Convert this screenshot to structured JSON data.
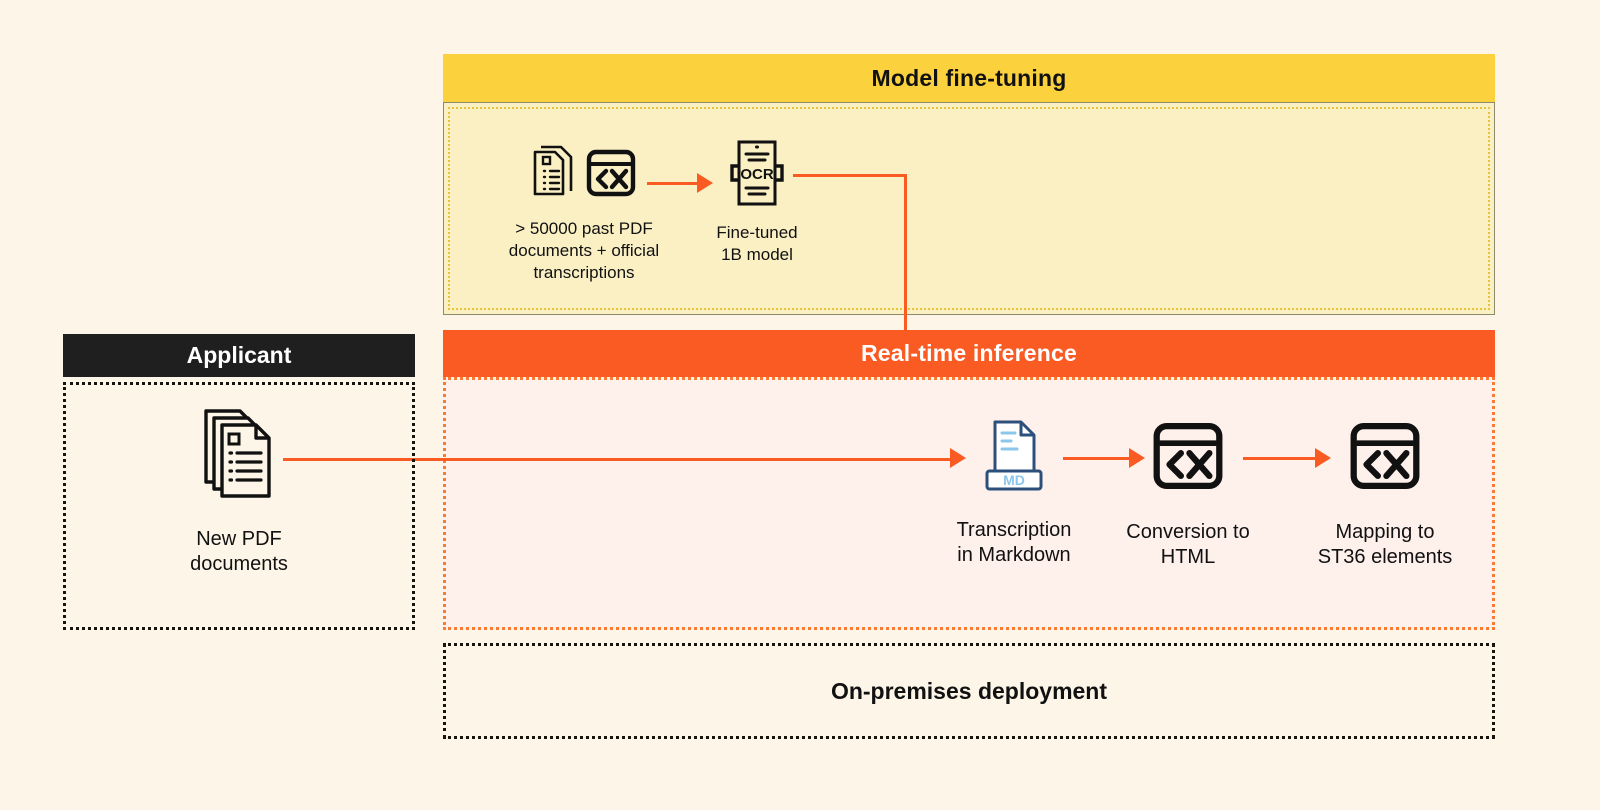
{
  "diagram": {
    "title_finetuning": "Model fine-tuning",
    "title_inference": "Real-time inference",
    "title_onpremises": "On-premises deployment",
    "title_applicant": "Applicant"
  },
  "finetuning": {
    "nodes": [
      {
        "id": "training-data",
        "icons": [
          "document-list-icon",
          "code-window-icon"
        ],
        "caption": "> 50000 past PDF\ndocuments + official\ntranscriptions"
      },
      {
        "id": "finetuned-model",
        "icons": [
          "ocr-scan-icon"
        ],
        "icon_label": "OCR",
        "caption": "Fine-tuned\n1B model"
      }
    ]
  },
  "inference": {
    "nodes": [
      {
        "id": "transcription-markdown",
        "icons": [
          "markdown-file-icon"
        ],
        "icon_label": "MD",
        "caption": "Transcription\nin Markdown"
      },
      {
        "id": "conversion-html",
        "icons": [
          "code-window-icon"
        ],
        "caption": "Conversion to\nHTML"
      },
      {
        "id": "mapping-st36",
        "icons": [
          "code-window-icon"
        ],
        "caption": "Mapping to\nST36 elements"
      }
    ]
  },
  "applicant": {
    "nodes": [
      {
        "id": "new-pdf-documents",
        "icons": [
          "stacked-documents-icon"
        ],
        "caption": "New PDF\ndocuments"
      }
    ]
  },
  "colors": {
    "page_background": "#FDF6E8",
    "finetuning_banner": "#FCD13E",
    "finetuning_body": "#FAF0C4",
    "inference_banner": "#F95B23",
    "inference_body": "#FEF0EB",
    "applicant_banner": "#1F1F1F",
    "arrow": "#F95B23",
    "markdown_accent": "#2C4F7C",
    "markdown_text": "#8CC6EA"
  }
}
